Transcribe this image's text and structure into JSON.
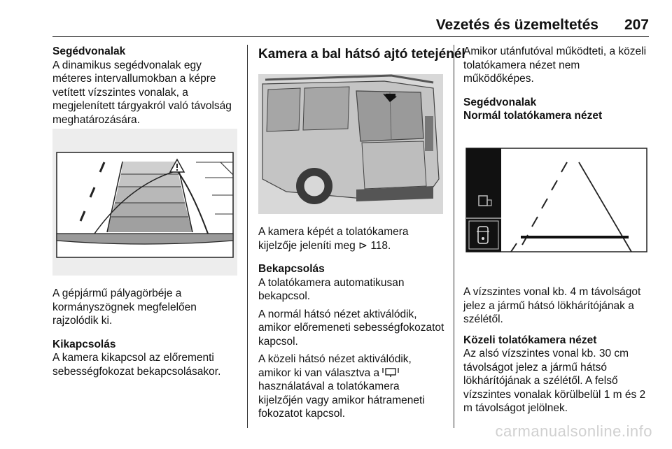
{
  "header": {
    "title": "Vezetés és üzemeltetés",
    "page_number": "207"
  },
  "col1": {
    "heading1": "Segédvonalak",
    "para1": "A dinamikus segédvonalak egy méteres intervallumokban a képre vetített vízszintes vonalak, a megjelenített tárgyakról való távolság meghatározására.",
    "caption": "A gépjármű pályagörbéje a kormányszögnek megfelelően rajzolódik ki.",
    "heading2": "Kikapcsolás",
    "para2": "A kamera kikapcsol az előrementi sebességfokozat bekapcsolásakor."
  },
  "col2": {
    "heading": "Kamera a bal hátsó ajtó tetejénél",
    "para1_pre": "A kamera képét a tolatókamera kijelzője jeleníti meg ",
    "ref_arrow": "⊳",
    "ref_page": "118.",
    "heading2": "Bekapcsolás",
    "para2": "A tolatókamera automatikusan bekapcsol.",
    "para3": "A normál hátsó nézet aktiválódik, amikor előremeneti sebességfokozatot kapcsol.",
    "para4_pre": "A közeli hátsó nézet aktiválódik, amikor ki van választva a ",
    "para4_post": " használatával a tolatókamera kijelzőjén vagy amikor hátrameneti fokozatot kapcsol."
  },
  "col3": {
    "para1": "Amikor utánfutóval működteti, a közeli tolatókamera nézet nem működőképes.",
    "heading1": "Segédvonalak",
    "heading2": "Normál tolatókamera nézet",
    "para2": "A vízszintes vonal kb. 4 m távolságot jelez a jármű hátsó lökhárítójának a szélétől.",
    "heading3": "Közeli tolatókamera nézet",
    "para3": "Az alsó vízszintes vonal kb. 30 cm távolságot jelez a jármű hátsó lökhárítójának a szélétől. A felső vízszintes vonalak körülbelül 1 m és 2 m távolságot jelölnek."
  },
  "watermark": "carmanualsonline.info"
}
